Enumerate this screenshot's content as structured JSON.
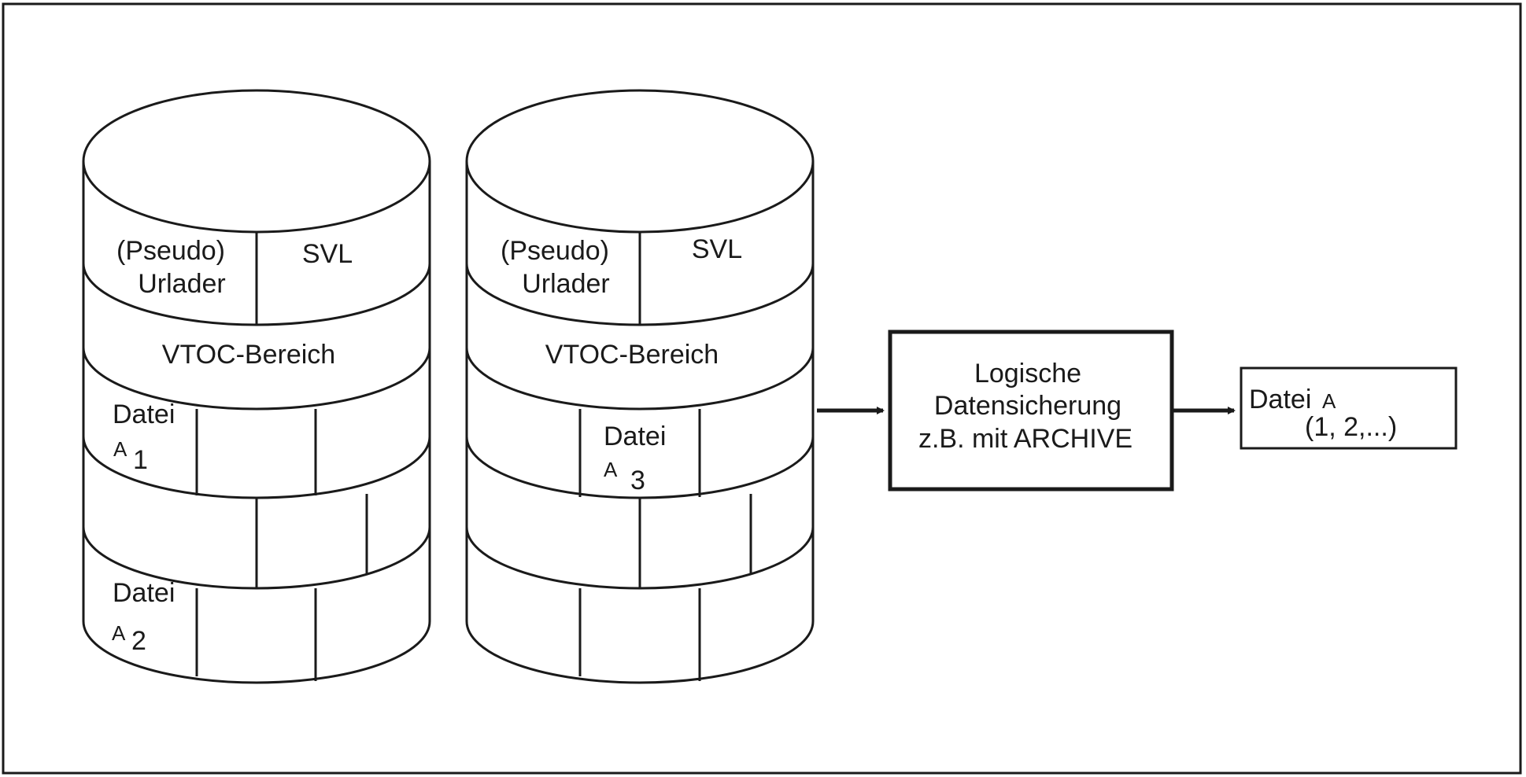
{
  "colors": {
    "stroke": "#1a1a1a",
    "background": "#ffffff"
  },
  "disk1": {
    "bootloader_line1": "(Pseudo)",
    "bootloader_line2": "Urlader",
    "svl": "SVL",
    "vtoc": "VTOC-Bereich",
    "file_a1_name": "Datei",
    "file_a1_letter": "A",
    "file_a1_index": "1",
    "file_a2_name": "Datei",
    "file_a2_letter": "A",
    "file_a2_index": "2"
  },
  "disk2": {
    "bootloader_line1": "(Pseudo)",
    "bootloader_line2": "Urlader",
    "svl": "SVL",
    "vtoc": "VTOC-Bereich",
    "file_a3_name": "Datei",
    "file_a3_letter": "A",
    "file_a3_index": "3"
  },
  "process_box": {
    "line1": "Logische",
    "line2": "Datensicherung",
    "line3": "z.B. mit ARCHIVE"
  },
  "output_box": {
    "line1_name": "Datei",
    "line1_letter": "A",
    "line2": "(1, 2,...)"
  }
}
